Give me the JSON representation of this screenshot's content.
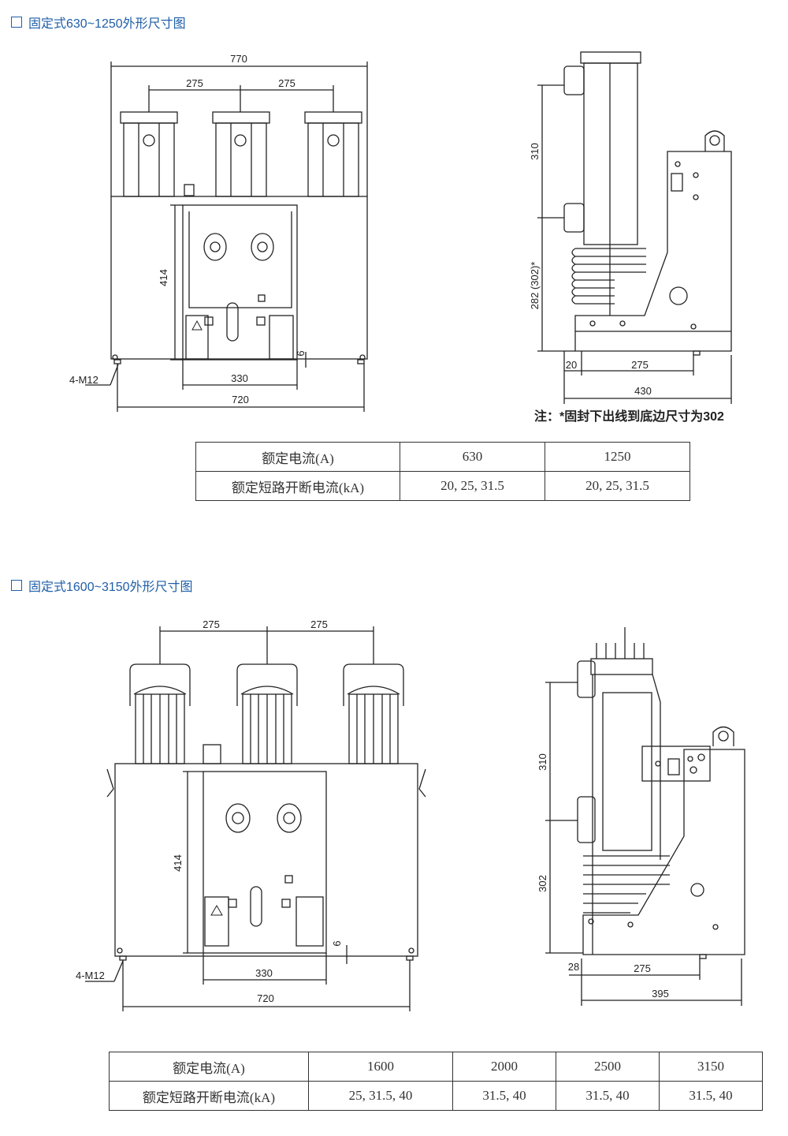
{
  "section1": {
    "title": "固定式630~1250外形尺寸图",
    "front_dims": {
      "total_width": "770",
      "pitch_a": "275",
      "pitch_b": "275",
      "height": "414",
      "bottom_w": "330",
      "base_w": "720",
      "gap": "6",
      "bolt": "4-M12"
    },
    "side_dims": {
      "h_upper": "310",
      "h_lower": "282 (302)*",
      "off": "20",
      "depth": "275",
      "total": "430"
    },
    "note": "注：*固封下出线到底边尺寸为302",
    "table": {
      "row1_label": "额定电流(A)",
      "row2_label": "额定短路开断电流(kA)",
      "cols": [
        {
          "current": "630",
          "breaking": "20, 25, 31.5"
        },
        {
          "current": "1250",
          "breaking": "20, 25, 31.5"
        }
      ]
    }
  },
  "section2": {
    "title": "固定式1600~3150外形尺寸图",
    "front_dims": {
      "pitch_a": "275",
      "pitch_b": "275",
      "height": "414",
      "bottom_w": "330",
      "base_w": "720",
      "gap": "6",
      "bolt": "4-M12"
    },
    "side_dims": {
      "h_upper": "310",
      "h_lower": "302",
      "off": "28",
      "depth": "275",
      "total": "395"
    },
    "table": {
      "row1_label": "额定电流(A)",
      "row2_label": "额定短路开断电流(kA)",
      "cols": [
        {
          "current": "1600",
          "breaking": "25, 31.5, 40"
        },
        {
          "current": "2000",
          "breaking": "31.5, 40"
        },
        {
          "current": "2500",
          "breaking": "31.5, 40"
        },
        {
          "current": "3150",
          "breaking": "31.5, 40"
        }
      ]
    }
  }
}
